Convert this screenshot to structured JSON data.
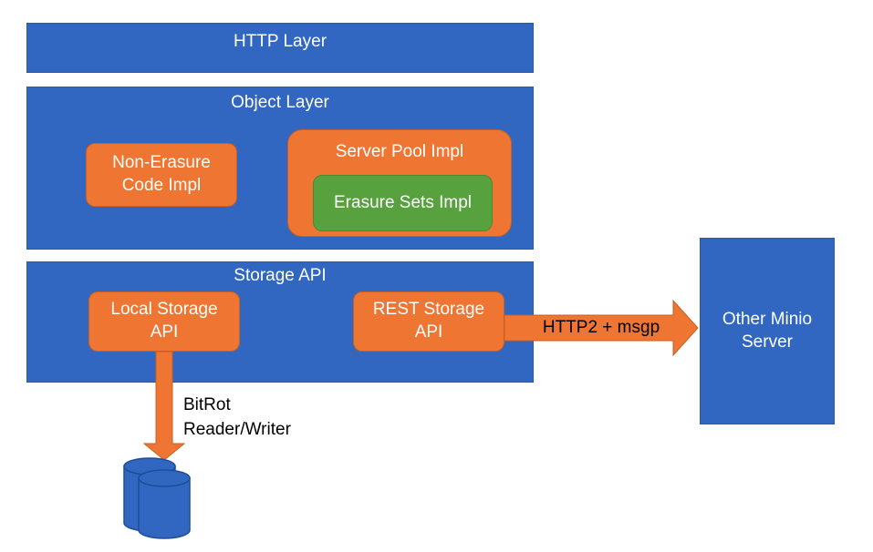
{
  "http_layer": {
    "label": "HTTP Layer"
  },
  "object_layer": {
    "label": "Object Layer",
    "non_erasure": "Non-Erasure\nCode Impl",
    "server_pool": "Server Pool Impl",
    "erasure_sets": "Erasure Sets Impl"
  },
  "storage_api": {
    "label": "Storage API",
    "local": "Local Storage\nAPI",
    "rest": "REST Storage\nAPI"
  },
  "other_server": {
    "label": "Other Minio\nServer"
  },
  "connectors": {
    "http2_label": "HTTP2 + msgp",
    "bitrot_label": "BitRot\nReader/Writer"
  },
  "colors": {
    "blue": "#3167c1",
    "orange": "#ee7532",
    "green": "#58a13f"
  },
  "icons": {
    "storage": "database-icon"
  }
}
